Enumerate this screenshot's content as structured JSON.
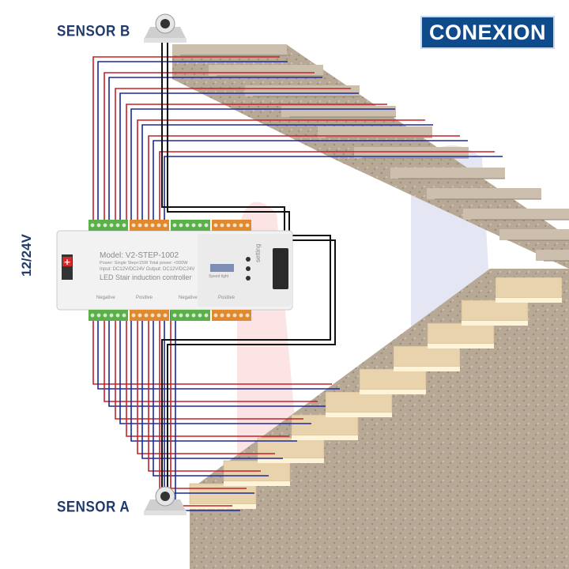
{
  "labels": {
    "sensor_b": "SENSOR B",
    "sensor_a": "SENSOR A",
    "conexion": "CONEXION",
    "voltage": "12/24V"
  },
  "controller": {
    "model": "Model: V2-STEP-1002",
    "power": "Power: Single Step<15W Total power: <500W",
    "io": "Input: DC12V/DC24V Output: DC12V/DC24V",
    "name": "LED Stair induction controller",
    "negative_label": "Negative",
    "positive_label": "Positive",
    "speed_light": "Speed light",
    "setting": "setting"
  },
  "colors": {
    "brand": "#0f4a8a",
    "label_text": "#1f3a6b",
    "wire_red": "#c8202a",
    "wire_blue": "#1c2a9c",
    "wire_black": "#111111",
    "terminal_green": "#5bb04b",
    "terminal_orange": "#e0892f",
    "stone": "#b8aa98",
    "tread": "#e9d3ac"
  },
  "icons": [
    "sensor-b-icon",
    "sensor-a-icon",
    "power-plug-icon"
  ]
}
